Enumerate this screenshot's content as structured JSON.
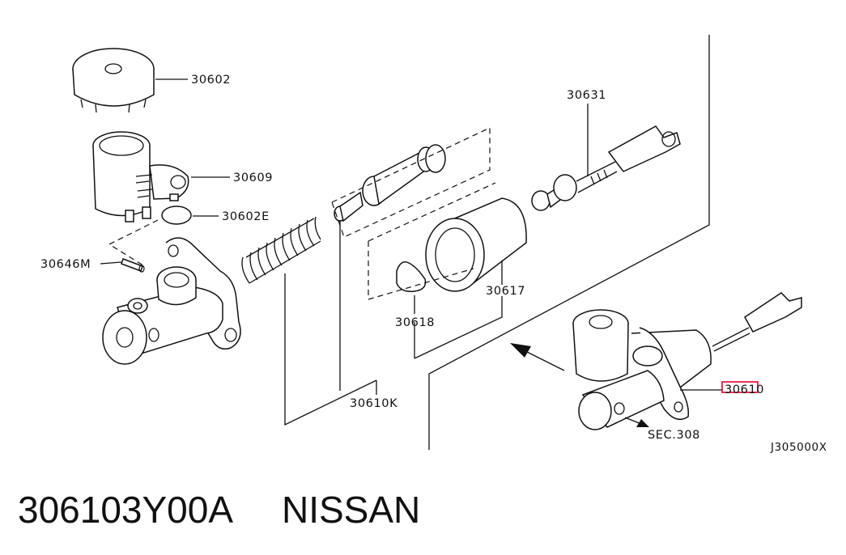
{
  "labels": {
    "reservoir_cap": "30602",
    "reservoir_tank": "30609",
    "seal_ring": "30602E",
    "pin": "30646M",
    "push_rod": "30631",
    "spring_group": "30610K",
    "boot": "30617",
    "stopper_ring": "30618",
    "master_cylinder_assembly": "30610",
    "section_reference": "SEC.308",
    "diagram_code": "J305000X"
  },
  "caption": {
    "part_number": "306103Y00A",
    "brand": "NISSAN"
  },
  "highlight_color": "#e8002a"
}
